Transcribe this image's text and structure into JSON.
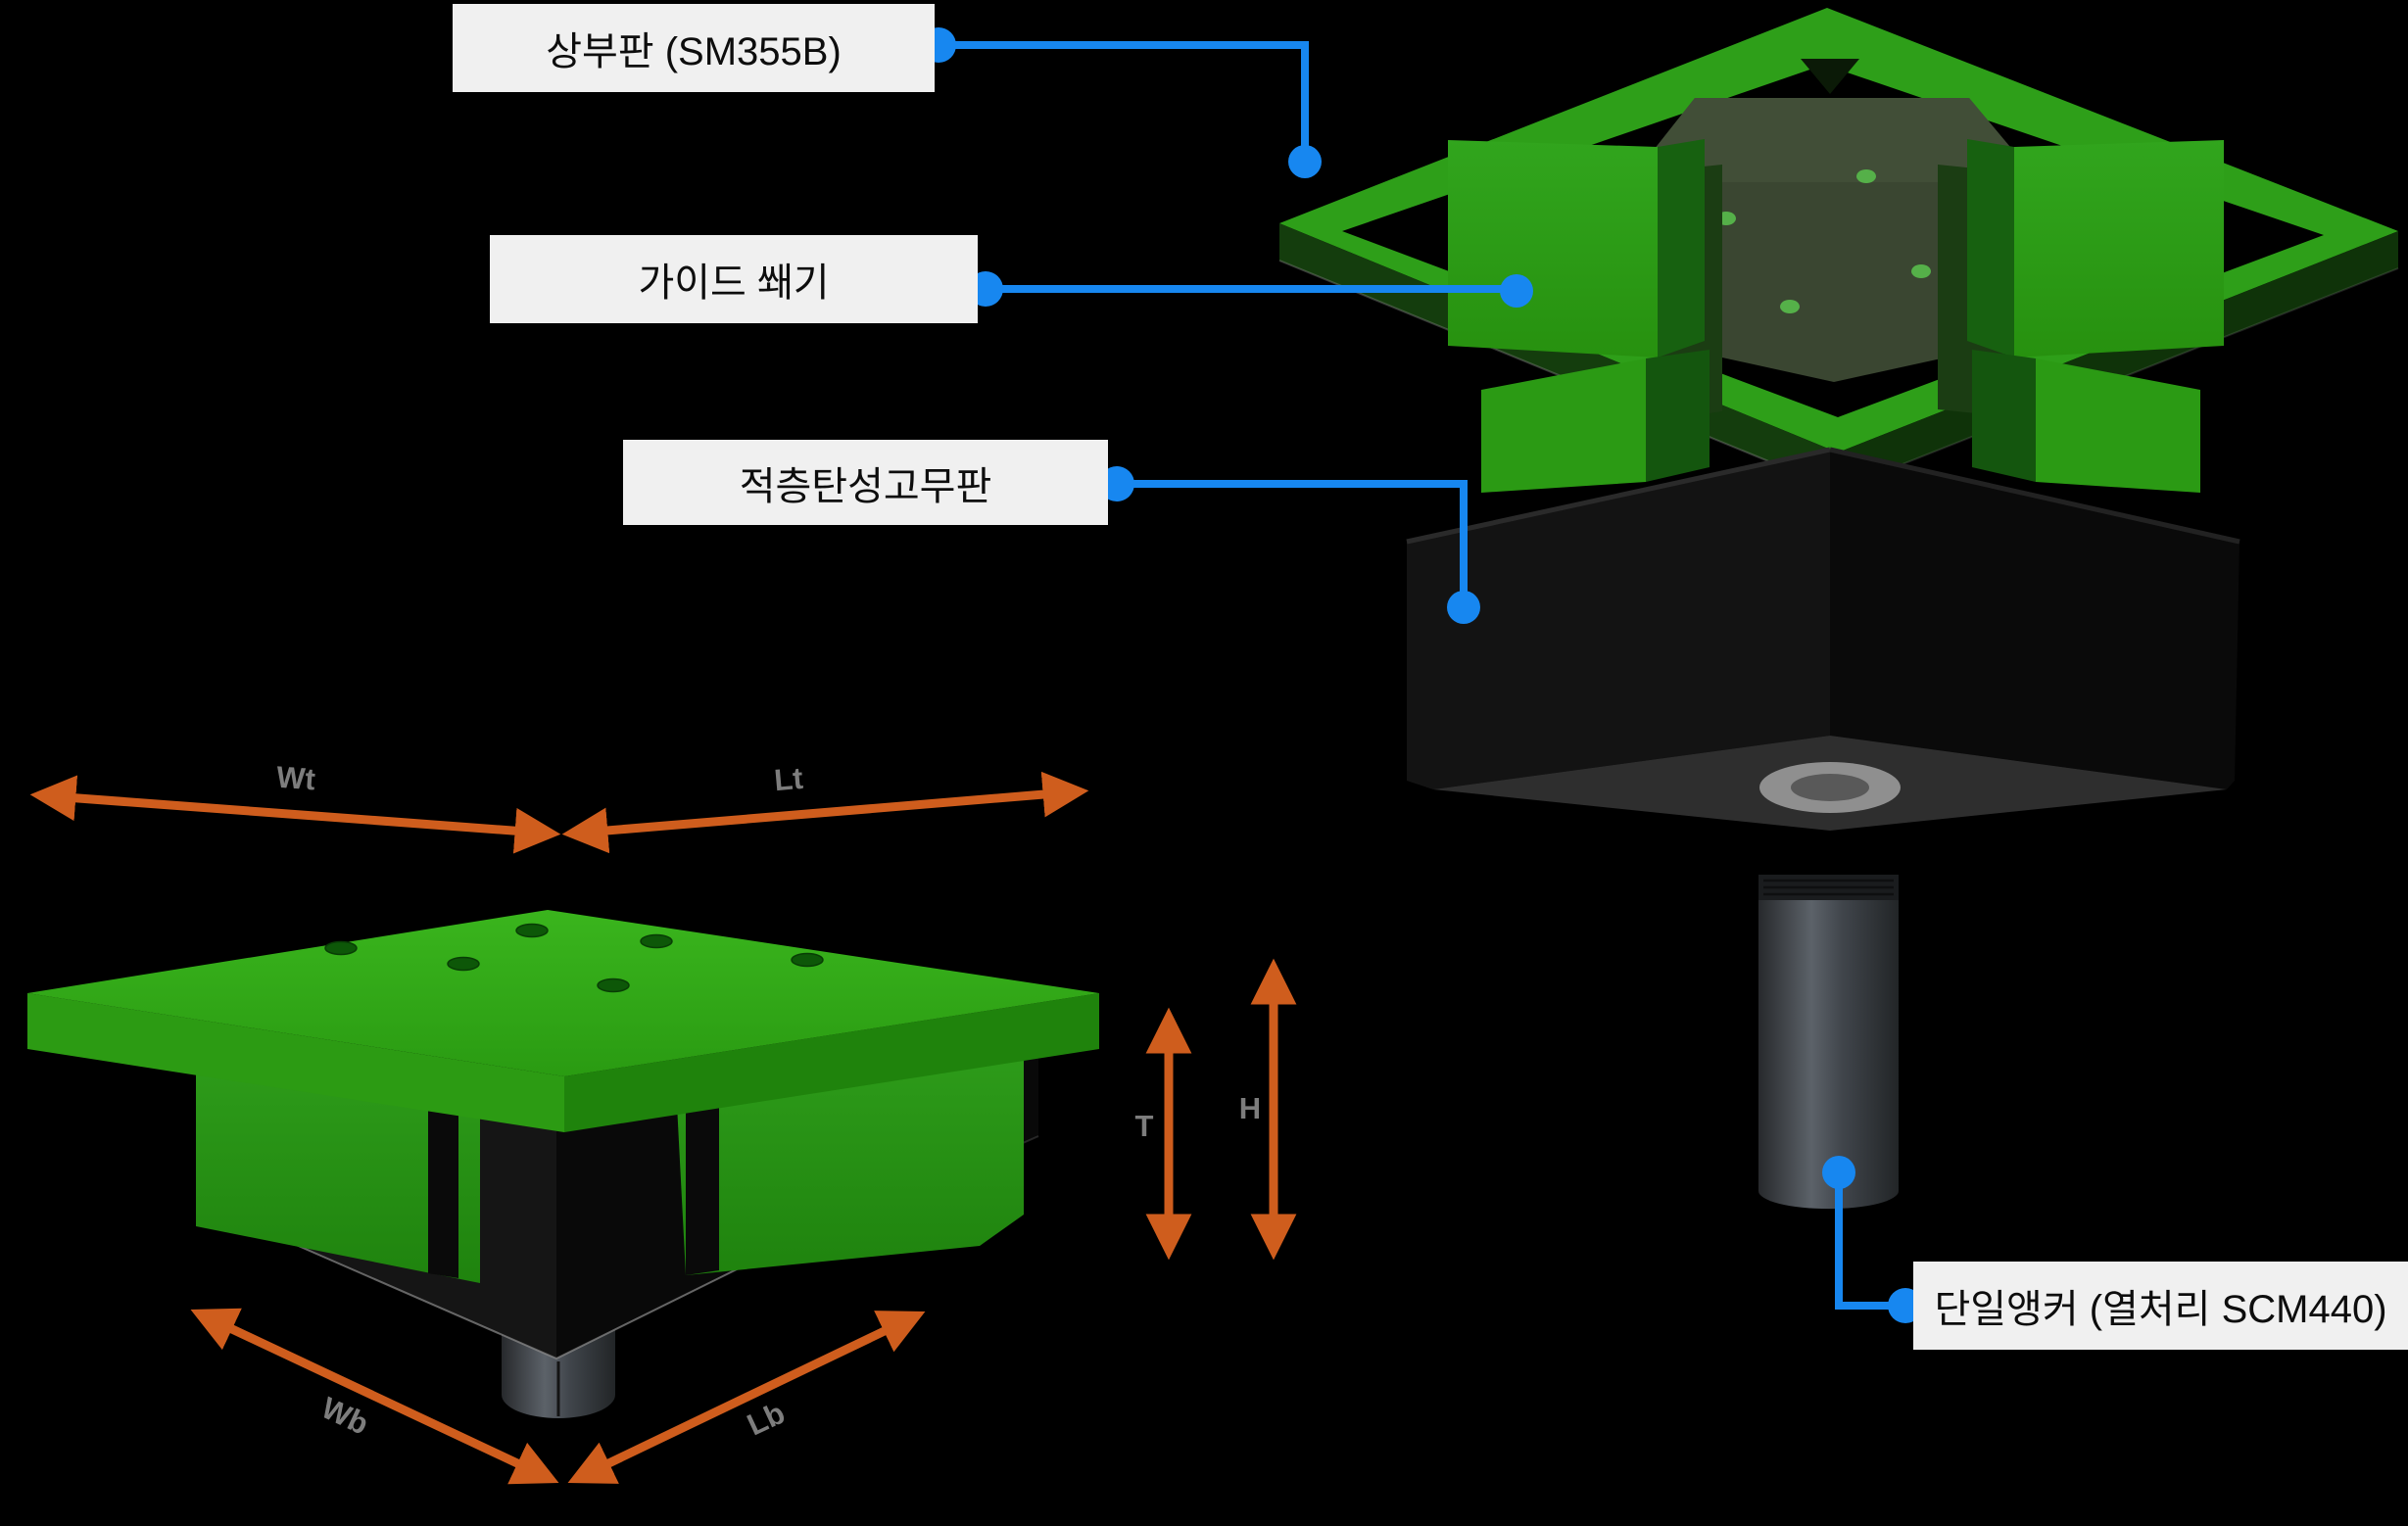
{
  "callouts": {
    "top_plate": "상부판 (SM355B)",
    "guide_wedge": "가이드 쐐기",
    "rubber_pad": "적층탄성고무판",
    "anchor": "단일앵커 (열처리 SCM440)"
  },
  "dimension_labels": {
    "top_width": "Wt",
    "top_length": "Lt",
    "bottom_width": "Wb",
    "bottom_length": "Lb",
    "pad_thickness": "T",
    "total_height": "H"
  },
  "colors": {
    "background": "#000000",
    "callout_box_bg": "#f0f0f0",
    "callout_text": "#0d0d0d",
    "connector_blue": "#1787f0",
    "dimension_arrow_orange": "#cf5d1d",
    "dimension_label_gray": "#7d7d7d",
    "plate_green_bright": "#2ea11a",
    "plate_green_dark": "#176110",
    "plate_underside_olive": "#3a4631",
    "rubber_pad_black": "#0d0d0d",
    "anchor_gray": "#5c6269"
  }
}
